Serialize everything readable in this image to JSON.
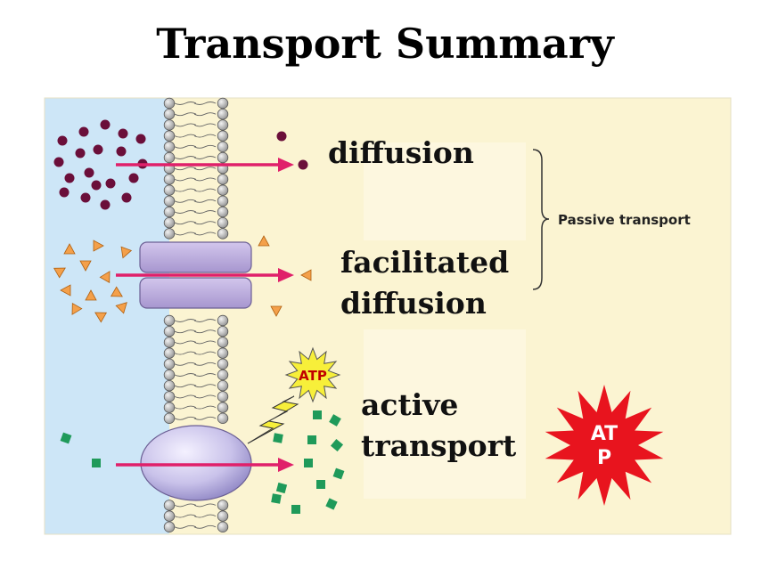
{
  "title": "Transport Summary",
  "labels": {
    "diffusion": "diffusion",
    "facilitated_line1": "facilitated",
    "facilitated_line2": "diffusion",
    "active_line1": "active",
    "active_line2": "transport",
    "passive": "Passive transport",
    "atp_small": "ATP",
    "atp_big_line1": "AT",
    "atp_big_line2": "P"
  },
  "colors": {
    "outside_bg": "#cde6f7",
    "inside_bg": "#fbf4d2",
    "arrow": "#e0206a",
    "diffusion_molecule": "#6b0f3a",
    "facilitated_molecule": "#f4a04a",
    "active_molecule": "#1f9a5a",
    "channel_protein": "#b7a8d8",
    "pump_protein": "#c9c2ea",
    "atp_burst": "#e8141e",
    "atp_small_burst": "#f7ef3a"
  }
}
